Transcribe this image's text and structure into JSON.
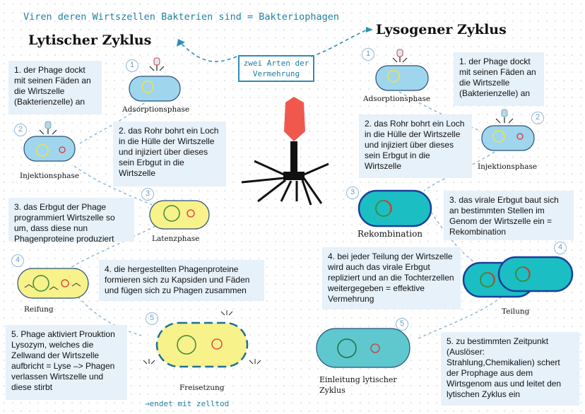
{
  "header": "Viren deren Wirtszellen Bakterien sind = Bakteriophagen",
  "center_label": "zwei Arten der Vermehrung",
  "lytic": {
    "title": "Lytischer Zyklus",
    "steps": [
      {
        "num": "1",
        "text": "1. der Phage dockt mit seinen Fäden an die Wirtszelle (Bakterienzelle) an",
        "phase": "Adsorptionsphase"
      },
      {
        "num": "2",
        "text": "2. das Rohr bohrt ein Loch in die Hülle der Wirtszelle und injiziert über dieses sein Erbgut in die Wirtszelle",
        "phase": "Injektionsphase"
      },
      {
        "num": "3",
        "text": "3. das Erbgut der Phage programmiert Wirtszelle so um, dass diese nun Phagenproteine produziert",
        "phase": "Latenzphase"
      },
      {
        "num": "4",
        "text": "4. die hergestellten Phagenproteine formieren sich zu Kapsiden und Fäden und fügen sich zu Phagen  zusammen",
        "phase": "Reifung"
      },
      {
        "num": "5",
        "text": "5. Phage aktiviert Prouktion Lysozym, welches die Zellwand der Wirtszelle aufbricht = Lyse –> Phagen verlassen Wirtszelle und diese stirbt",
        "phase": "Freisetzung"
      }
    ],
    "end_note": "→endet mit zelltod"
  },
  "lysogenic": {
    "title": "Lysogener Zyklus",
    "steps": [
      {
        "num": "1",
        "text": "1. der Phage dockt mit seinen Fäden an die Wirtszelle (Bakterienzelle) an",
        "phase": "Adsorptionsphase"
      },
      {
        "num": "2",
        "text": "2. das Rohr bohrt ein Loch in die Hülle der Wirtszelle und injiziert über dieses sein Erbgut in die Wirtszelle",
        "phase": "Injektionsphase"
      },
      {
        "num": "3",
        "text": "3. das virale Erbgut baut sich an bestimmten Stellen im Genom der Wirtszelle ein = Rekombination",
        "phase": "Rekombination"
      },
      {
        "num": "4",
        "text": "4. bei jeder Teilung der Wirtszelle wird auch das virale Erbgut repliziert und an die Tochterzellen weitergegeben = effektive Vermehrung",
        "phase": "Teilung"
      },
      {
        "num": "5",
        "text": "5. zu bestimmten Zeitpunkt (Auslöser: Strahlung,Chemikalien) schert der Prophage aus dem Wirtsgenom aus und leitet den lytischen Zyklus ein",
        "phase": "Einleitung lytischer Zyklus"
      }
    ]
  }
}
